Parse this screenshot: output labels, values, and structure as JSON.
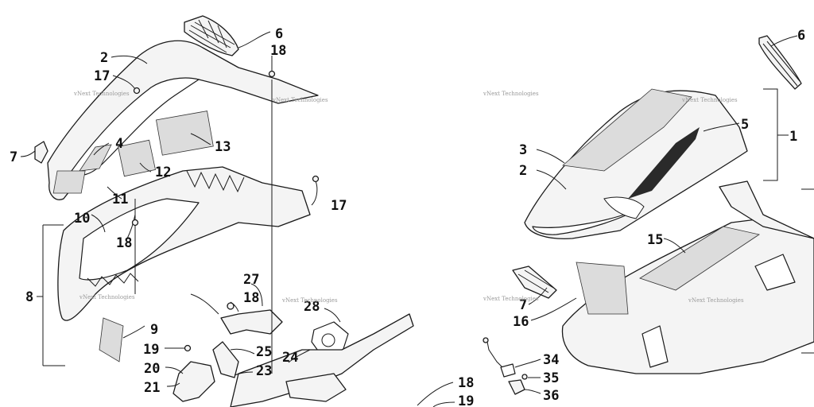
{
  "callouts": {
    "left": {
      "c2": "2",
      "c4": "4",
      "c6": "6",
      "c7": "7",
      "c8": "8",
      "c9": "9",
      "c10": "10",
      "c11": "11",
      "c12": "12",
      "c13": "13",
      "c17a": "17",
      "c17b": "17",
      "c18a": "18",
      "c18b": "18",
      "c18c": "18",
      "c19": "19",
      "c20": "20",
      "c21": "21",
      "c23": "23",
      "c24": "24",
      "c25": "25",
      "c27": "27",
      "c28": "28",
      "c18d": "18",
      "c19b": "19",
      "c34": "34",
      "c35": "35",
      "c36": "36"
    },
    "right": {
      "c1": "1",
      "c2": "2",
      "c3": "3",
      "c5": "5",
      "c6": "6",
      "c7": "7",
      "c15": "15",
      "c16": "16"
    }
  },
  "watermark": {
    "text": "vNext Technologies"
  },
  "colors": {
    "line": "#1a1a1a",
    "fill": "#f4f4f4",
    "watermark": "#9a9a9a"
  }
}
